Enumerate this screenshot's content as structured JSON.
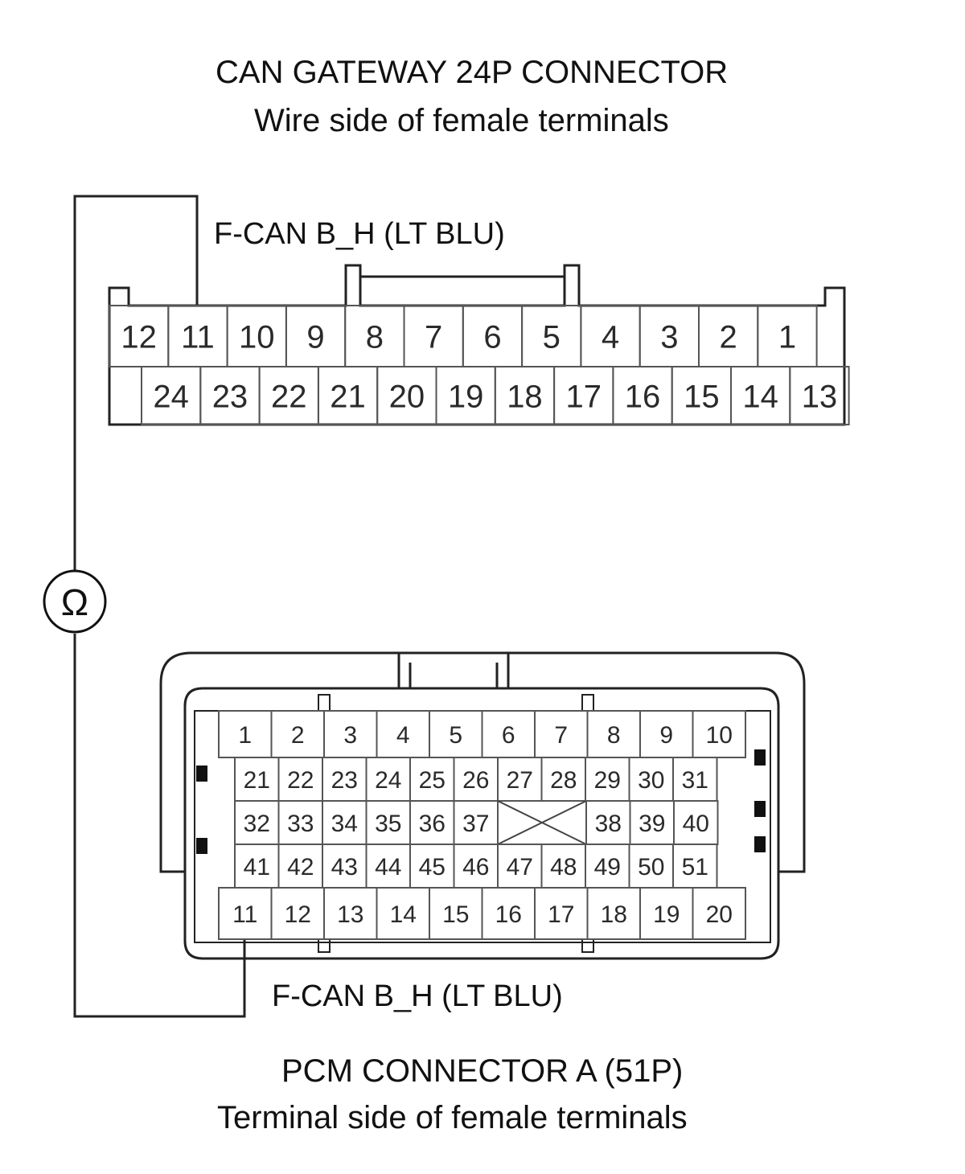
{
  "top_connector": {
    "title": "CAN GATEWAY 24P CONNECTOR",
    "subtitle": "Wire side of female terminals",
    "wire_label": "F-CAN B_H (LT BLU)",
    "row1": [
      "12",
      "11",
      "10",
      "9",
      "8",
      "7",
      "6",
      "5",
      "4",
      "3",
      "2",
      "1"
    ],
    "row2": [
      "24",
      "23",
      "22",
      "21",
      "20",
      "19",
      "18",
      "17",
      "16",
      "15",
      "14",
      "13"
    ],
    "probe_terminal": "11"
  },
  "meter": {
    "symbol": "Ω",
    "icon": "ohmmeter-icon"
  },
  "bottom_connector": {
    "title": "PCM CONNECTOR A (51P)",
    "subtitle": "Terminal side of female terminals",
    "wire_label": "F-CAN B_H (LT BLU)",
    "row1": [
      "1",
      "2",
      "3",
      "4",
      "5",
      "6",
      "7",
      "8",
      "9",
      "10"
    ],
    "row2": [
      "21",
      "22",
      "23",
      "24",
      "25",
      "26",
      "27",
      "28",
      "29",
      "30",
      "31"
    ],
    "row3": [
      "32",
      "33",
      "34",
      "35",
      "36",
      "37",
      "",
      "38",
      "39",
      "40"
    ],
    "row4": [
      "41",
      "42",
      "43",
      "44",
      "45",
      "46",
      "47",
      "48",
      "49",
      "50",
      "51"
    ],
    "row5": [
      "11",
      "12",
      "13",
      "14",
      "15",
      "16",
      "17",
      "18",
      "19",
      "20"
    ],
    "probe_terminal": "11"
  },
  "colors": {
    "line": "#222222",
    "cell_border": "#555555",
    "text": "#111111"
  }
}
